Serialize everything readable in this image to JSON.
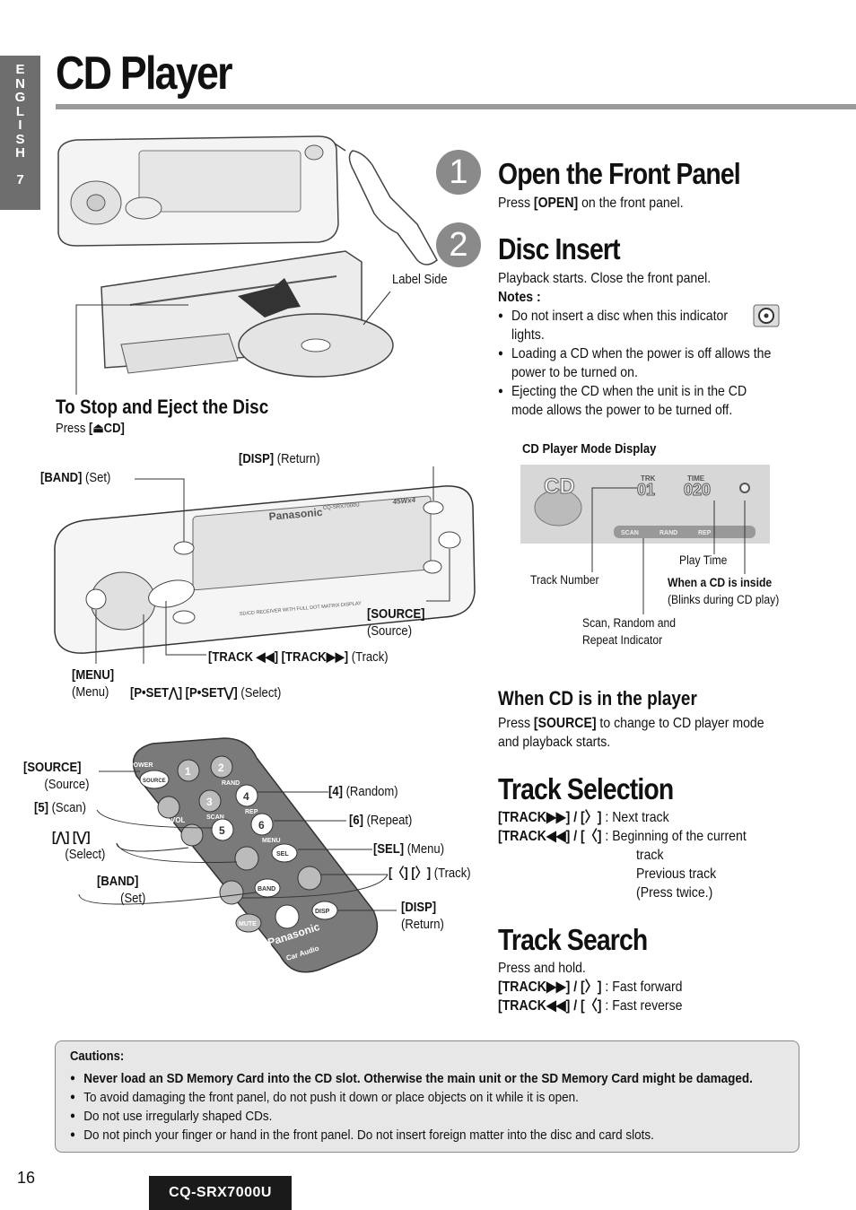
{
  "lang_tab": {
    "letters": [
      "E",
      "N",
      "G",
      "L",
      "I",
      "S",
      "H"
    ],
    "chapter": "7"
  },
  "page_title": "CD Player",
  "steps": {
    "one": "1",
    "two": "2"
  },
  "open_panel": {
    "title": "Open the Front Panel",
    "press_prefix": "Press ",
    "press_key": "[OPEN]",
    "press_suffix": " on the front panel."
  },
  "disc_insert": {
    "title": "Disc Insert",
    "line1": "Playback starts. Close the front panel.",
    "notes_label": "Notes :",
    "notes": [
      [
        "Do not insert a disc when this indicator",
        "lights."
      ],
      [
        "Loading a CD when the power is off allows the",
        "power to be turned on."
      ],
      [
        "Ejecting the CD when the unit is in the CD",
        "mode allows the power to be turned off."
      ]
    ]
  },
  "label_side": "Label Side",
  "stop_eject": {
    "title": "To Stop and Eject the Disc",
    "press_prefix": "Press ",
    "press_key": "[⏏CD]"
  },
  "unit_labels": {
    "band_key": "[BAND]",
    "band_desc": " (Set)",
    "disp_key": "[DISP]",
    "disp_desc": " (Return)",
    "source_key": "[SOURCE]",
    "source_desc": "(Source)",
    "track_keys": "[TRACK ◀◀] [TRACK▶▶]",
    "track_desc": " (Track)",
    "menu_key": "[MENU]",
    "menu_desc": "(Menu)",
    "pset_keys": "[P•SET⋀] [P•SET⋁]",
    "pset_desc": " (Select)"
  },
  "unit_panel_text": {
    "brand": "Panasonic",
    "model": "CQ-SRX7000U",
    "power": "45Wx4",
    "strip": "SD/CD RECEIVER WITH FULL DOT MATRIX DISPLAY"
  },
  "mode_display": {
    "title": "CD Player Mode Display",
    "screen": {
      "cd": "CD",
      "track_label": "TRK",
      "track_value": "01",
      "time_label": "TIME",
      "time_value": "020",
      "ind_scan": "SCAN",
      "ind_rand": "RAND",
      "ind_rep": "REP"
    },
    "track_number": "Track Number",
    "play_time": "Play Time",
    "cd_inside": "When a CD is inside",
    "cd_inside_note": "(Blinks during CD play)",
    "indicator_line1": "Scan, Random and",
    "indicator_line2": "Repeat Indicator"
  },
  "when_cd": {
    "title": "When CD is in the player",
    "line1_prefix": "Press ",
    "line1_key": "[SOURCE]",
    "line1_suffix": " to change to CD player mode",
    "line2": "and playback starts."
  },
  "track_selection": {
    "title": "Track Selection",
    "next_key": "[TRACK▶▶] / [〉]",
    "next_desc": " : Next track",
    "prev_key": "[TRACK◀◀] / [〈]",
    "prev_desc": " : Beginning of the current",
    "prev_lines": [
      "track",
      "Previous track",
      "(Press twice.)"
    ]
  },
  "track_search": {
    "title": "Track Search",
    "line1": "Press and hold.",
    "ff_key": "[TRACK▶▶] / [〉]",
    "ff_desc": " : Fast forward",
    "fr_key": "[TRACK◀◀] / [〈]",
    "fr_desc": " : Fast reverse"
  },
  "remote_labels": {
    "source_key": "[SOURCE]",
    "source_desc": "(Source)",
    "scan_key": "[5]",
    "scan_desc": " (Scan)",
    "select_keys": "[⋀] [⋁]",
    "select_desc": "(Select)",
    "band_key": "[BAND]",
    "band_desc": "(Set)",
    "random_key": "[4]",
    "random_desc": " (Random)",
    "repeat_key": "[6]",
    "repeat_desc": " (Repeat)",
    "sel_key": "[SEL]",
    "sel_desc": " (Menu)",
    "track_keys": "[〈] [〉]",
    "track_desc": " (Track)",
    "disp_key": "[DISP]",
    "disp_desc": "(Return)"
  },
  "remote_text": {
    "power": "POWER",
    "source": "SOURCE",
    "rand": "RAND",
    "rep": "REP",
    "scan": "SCAN",
    "vol": "VOL",
    "menu": "MENU",
    "sel": "SEL",
    "band": "BAND",
    "disp": "DISP",
    "mute": "MUTE",
    "brand": "Panasonic",
    "car_audio": "Car Audio",
    "k1": "1",
    "k2": "2",
    "k3": "3",
    "k4": "4",
    "k5": "5",
    "k6": "6"
  },
  "cautions": {
    "title": "Cautions:",
    "items": [
      "Never load an SD Memory Card into the CD slot. Otherwise the main unit or the SD Memory Card might be damaged.",
      "To avoid damaging the front panel, do not push it down or place objects on it while it is open.",
      "Do not use irregularly shaped CDs.",
      "Do not pinch your finger or hand in the front panel. Do not insert foreign matter into the disc and card slots."
    ]
  },
  "page_number": "16",
  "model_badge": "CQ-SRX7000U"
}
